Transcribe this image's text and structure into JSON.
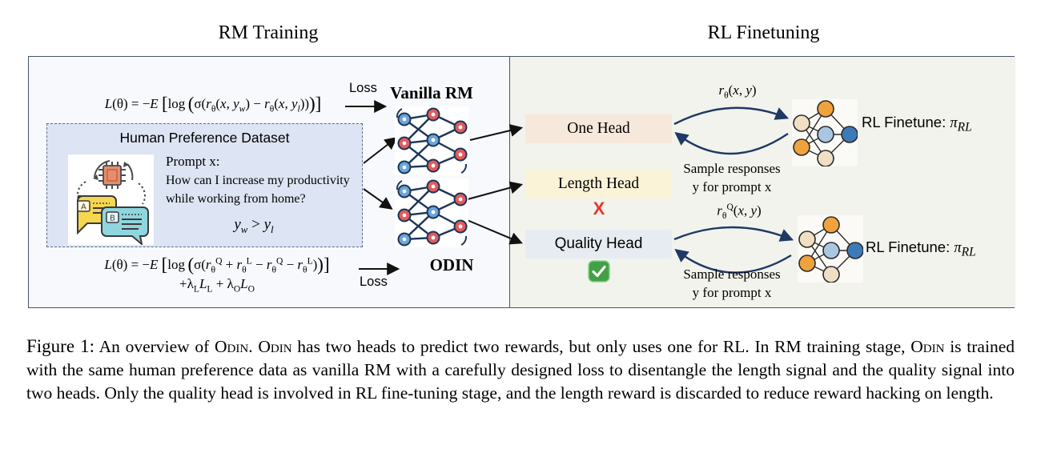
{
  "titles": {
    "rm_training": "RM Training",
    "rl_finetuning": "RL Finetuning"
  },
  "rm_training": {
    "vanilla_loss_formula_html": "<i>L</i>(θ) = −<i>E</i> <span class=\"bb\">[</span>log <span class=\"bb\">(</span>σ(<i>r</i><sub>θ</sub>(<i>x</i>, <i>y<sub>w</sub></i>) − <i>r</i><sub>θ</sub>(<i>x</i>, <i>y<sub>l</sub></i>))<span class=\"bb\">)</span><span class=\"bb\">]</span>",
    "loss_label_top": "Loss",
    "vanilla_rm_label": "Vanilla RM",
    "odin_loss_formula_line1_html": "<i>L</i>(θ) = −<i>E</i> <span class=\"bb\">[</span>log <span class=\"bb\">(</span>σ(<i>r</i><sub>θ</sub><sup>Q</sup> + <i>r</i><sub>θ</sub><sup>L</sup> − <i>r</i><sub>θ</sub><sup>Q</sup> − <i>r</i><sub>θ</sub><sup>L</sup>)<span class=\"bb\">)</span><span class=\"bb\">]</span>",
    "odin_loss_formula_line2_html": "+λ<sub>L</sub><i>L</i><sub>L</sub> + λ<sub>O</sub><i>L</i><sub>O</sub>",
    "loss_label_bottom": "Loss",
    "odin_label": "ODIN",
    "dataset": {
      "title": "Human Preference Dataset",
      "bubble_a_label": "A",
      "bubble_b_label": "B",
      "prompt_heading": "Prompt x:",
      "prompt_line1": "How can I increase my productivity",
      "prompt_line2": "while working from home?",
      "preference_html": "<i>y<sub>w</sub></i> &gt; <i>y<sub>l</sub></i>"
    }
  },
  "rl_finetuning": {
    "one_head_label": "One Head",
    "length_head_label": "Length Head",
    "quality_head_label": "Quality Head",
    "reject_mark": "X",
    "reward_top_html": "<i>r</i><sub>θ</sub>(<i>x</i>, <i>y</i>)",
    "reward_bottom_html": "<i>r</i><sub>θ</sub><sup>Q</sup>(<i>x</i>, <i>y</i>)",
    "rl_finetune_top_html": "RL Finetune: <i>π<sub>RL</sub></i>",
    "rl_finetune_bottom_html": "RL Finetune: <i>π<sub>RL</sub></i>",
    "sample_top_line1": "Sample responses",
    "sample_top_line2": "y for prompt x",
    "sample_bottom_line1": "Sample responses",
    "sample_bottom_line2": "y for prompt x"
  },
  "caption": {
    "label": "Figure 1:",
    "text_html": "An overview of <span class=\"sc\">Odin</span>. <span class=\"sc\">Odin</span> has two heads to predict two rewards, but only uses one for RL. In RM training stage, <span class=\"sc\">Odin</span> is trained with the same human preference data as vanilla RM with a carefully designed loss to disentangle the length signal and the quality signal into two heads. Only the quality head is involved in RL fine-tuning stage, and the length reward is discarded to reduce reward hacking on length."
  },
  "colors": {
    "panel_left_bg": "#f8f9fc",
    "panel_right_bg": "#f1f3ec",
    "panel_border": "#44546a",
    "dataset_box_bg": "#dde4f3",
    "one_head_bg": "#f7e8dc",
    "length_head_bg": "#faf3d8",
    "quality_head_bg": "#e7ecf2",
    "arrow_black": "#111111",
    "arrow_navy": "#1f3864",
    "reject_red": "#e8352b",
    "check_green": "#43a047",
    "node_red": "#e15b5b",
    "node_blue": "#6aa5d8",
    "node_orange": "#f0a33c",
    "node_beige": "#efe0c3",
    "node_lightblue": "#aac7e2",
    "node_darkblue": "#3d7ab8"
  }
}
